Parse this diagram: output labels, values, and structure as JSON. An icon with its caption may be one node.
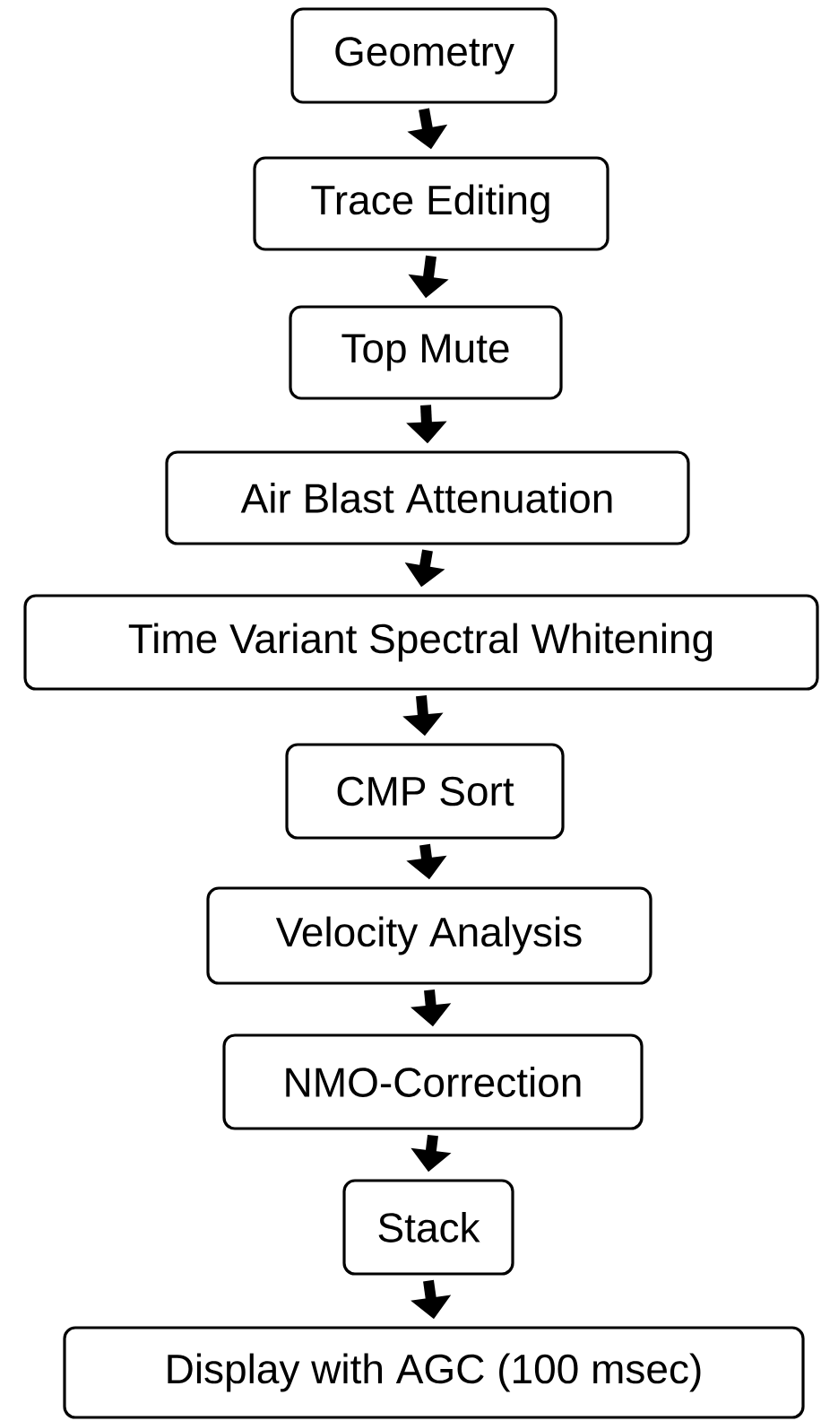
{
  "diagram": {
    "nodes": [
      {
        "text": [
          "Geometry"
        ]
      },
      {
        "text": [
          "Trace Editing"
        ]
      },
      {
        "text": [
          "Top Mute"
        ]
      },
      {
        "text": [
          "Air Blast Attenuation"
        ]
      },
      {
        "text": [
          "Time Variant Spectral Whitening"
        ]
      },
      {
        "text": [
          "CMP Sort"
        ]
      },
      {
        "text": [
          "Velocity Analysis"
        ]
      },
      {
        "text": [
          "NMO-Correction"
        ]
      },
      {
        "text": [
          "Stack"
        ]
      },
      {
        "text": [
          "Display with AGC (100 msec)"
        ]
      }
    ],
    "edges": [
      {
        "from": 0,
        "to": 1,
        "arrow": "to"
      },
      {
        "from": 1,
        "to": 2,
        "arrow": "to"
      },
      {
        "from": 2,
        "to": 3,
        "arrow": "to"
      },
      {
        "from": 3,
        "to": 4,
        "arrow": "to"
      },
      {
        "from": 4,
        "to": 5,
        "arrow": "to"
      },
      {
        "from": 5,
        "to": 6,
        "arrow": "to"
      },
      {
        "from": 6,
        "to": 7,
        "arrow": "to"
      },
      {
        "from": 7,
        "to": 8,
        "arrow": "to"
      },
      {
        "from": 8,
        "to": 9,
        "arrow": "to"
      }
    ]
  }
}
